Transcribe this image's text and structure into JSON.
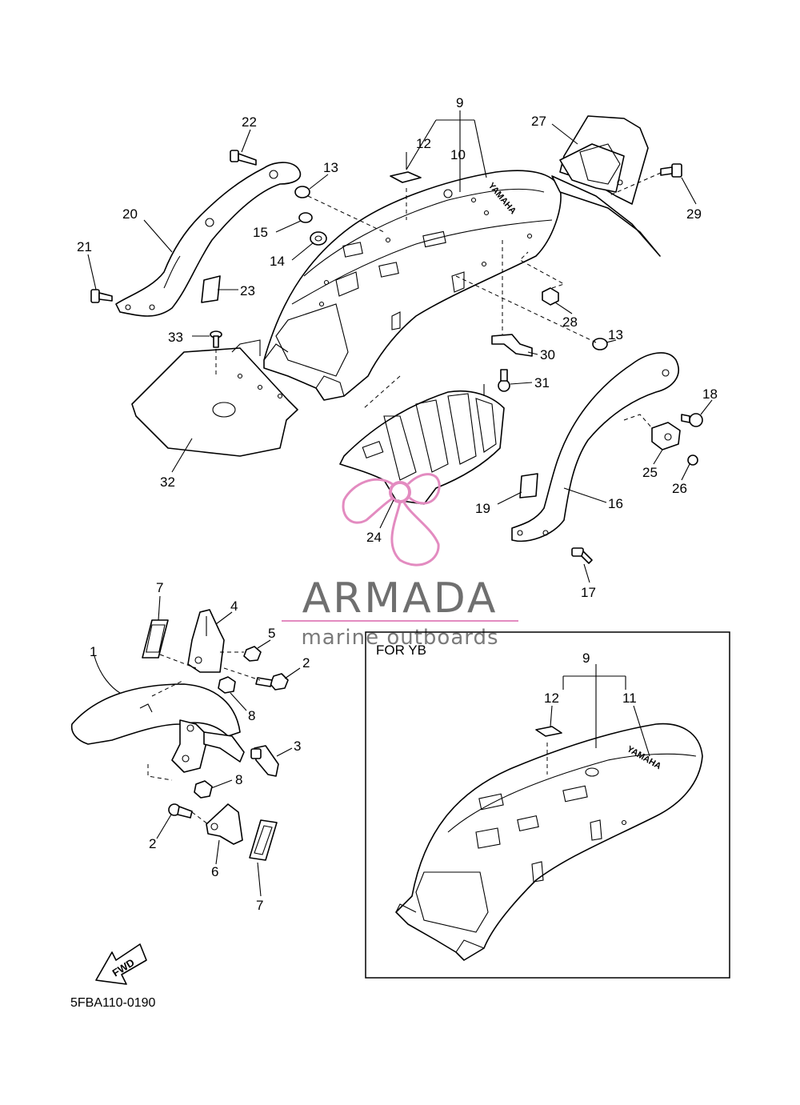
{
  "labels": {
    "n1": "1",
    "n2a": "2",
    "n2b": "2",
    "n3": "3",
    "n4": "4",
    "n5": "5",
    "n6": "6",
    "n7a": "7",
    "n7b": "7",
    "n8a": "8",
    "n8b": "8",
    "n9": "9",
    "n10": "10",
    "n12": "12",
    "n13a": "13",
    "n13b": "13",
    "n14": "14",
    "n15": "15",
    "n16": "16",
    "n17": "17",
    "n18": "18",
    "n19": "19",
    "n20": "20",
    "n21": "21",
    "n22": "22",
    "n23": "23",
    "n24": "24",
    "n25": "25",
    "n26": "26",
    "n27": "27",
    "n28": "28",
    "n29": "29",
    "n30": "30",
    "n31": "31",
    "n32": "32",
    "n33": "33",
    "yb9": "9",
    "yb11": "11",
    "yb12": "12"
  },
  "inset_title": "FOR YB",
  "fender_marking": "YAMAHA",
  "fwd_arrow": "FWD",
  "diagram_code": "5FBA110-0190",
  "watermark": {
    "brand": "ARMADA",
    "tagline": "marine outboards",
    "accent_color": "#e38bc0",
    "text_color": "#6f6f6f"
  }
}
